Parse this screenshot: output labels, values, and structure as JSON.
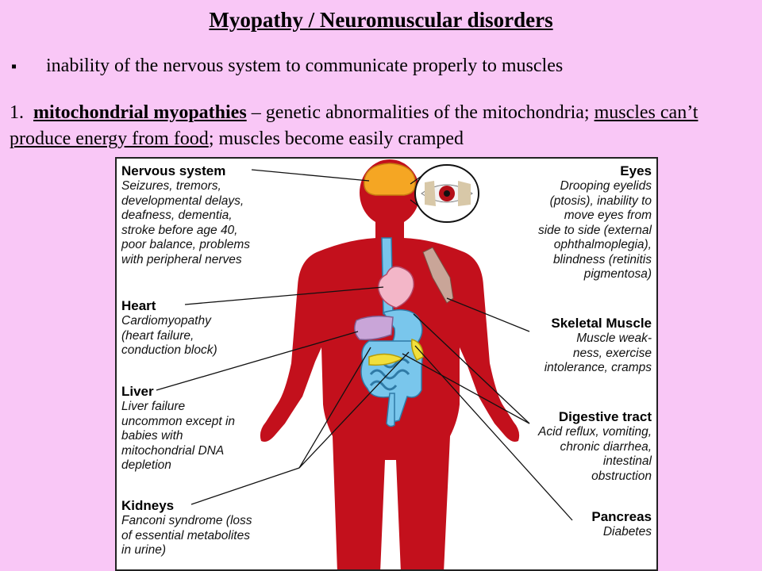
{
  "slide": {
    "title": "Myopathy / Neuromuscular  disorders",
    "bullet_marker": "▪",
    "bullet_text": "inability of the nervous system to communicate properly to muscles",
    "para_number": "1.",
    "para_term": "mitochondrial  myopathies",
    "para_dash": " – genetic abnormalities of the mitochondria;",
    "para_underlined": "muscles can’t produce energy from food",
    "para_rest": "; muscles become easily cramped"
  },
  "diagram": {
    "colors": {
      "body": "#c3101c",
      "brain": "#f5a623",
      "organ_blue": "#79c6ec",
      "heart": "#f3b6c8",
      "liver": "#c9a5d8",
      "pancreas": "#f1df3c"
    },
    "labels": {
      "nervous": {
        "heading": "Nervous system",
        "lines": [
          "Seizures, tremors,",
          "developmental delays,",
          "deafness, dementia,",
          "stroke before age 40,",
          "poor balance, problems",
          "with peripheral nerves"
        ]
      },
      "heart": {
        "heading": "Heart",
        "lines": [
          "Cardiomyopathy",
          "(heart failure,",
          "conduction block)"
        ]
      },
      "liver": {
        "heading": "Liver",
        "lines": [
          "Liver failure",
          "uncommon except in",
          "babies with",
          "mitochondrial DNA",
          "depletion"
        ]
      },
      "kidneys": {
        "heading": "Kidneys",
        "lines": [
          "Fanconi syndrome (loss",
          "of essential metabolites",
          "in urine)"
        ]
      },
      "eyes": {
        "heading": "Eyes",
        "lines": [
          "Drooping eyelids",
          "(ptosis), inability to",
          "move eyes from",
          "side to side (external",
          "ophthalmoplegia),",
          "blindness (retinitis",
          "pigmentosa)"
        ]
      },
      "skeletal": {
        "heading": "Skeletal Muscle",
        "lines": [
          "Muscle weak-",
          "ness, exercise",
          "intolerance, cramps"
        ]
      },
      "digestive": {
        "heading": "Digestive tract",
        "lines": [
          "Acid reflux, vomiting,",
          "chronic diarrhea,",
          "intestinal",
          "obstruction"
        ]
      },
      "pancreas": {
        "heading": "Pancreas",
        "lines": [
          "Diabetes"
        ]
      }
    }
  }
}
